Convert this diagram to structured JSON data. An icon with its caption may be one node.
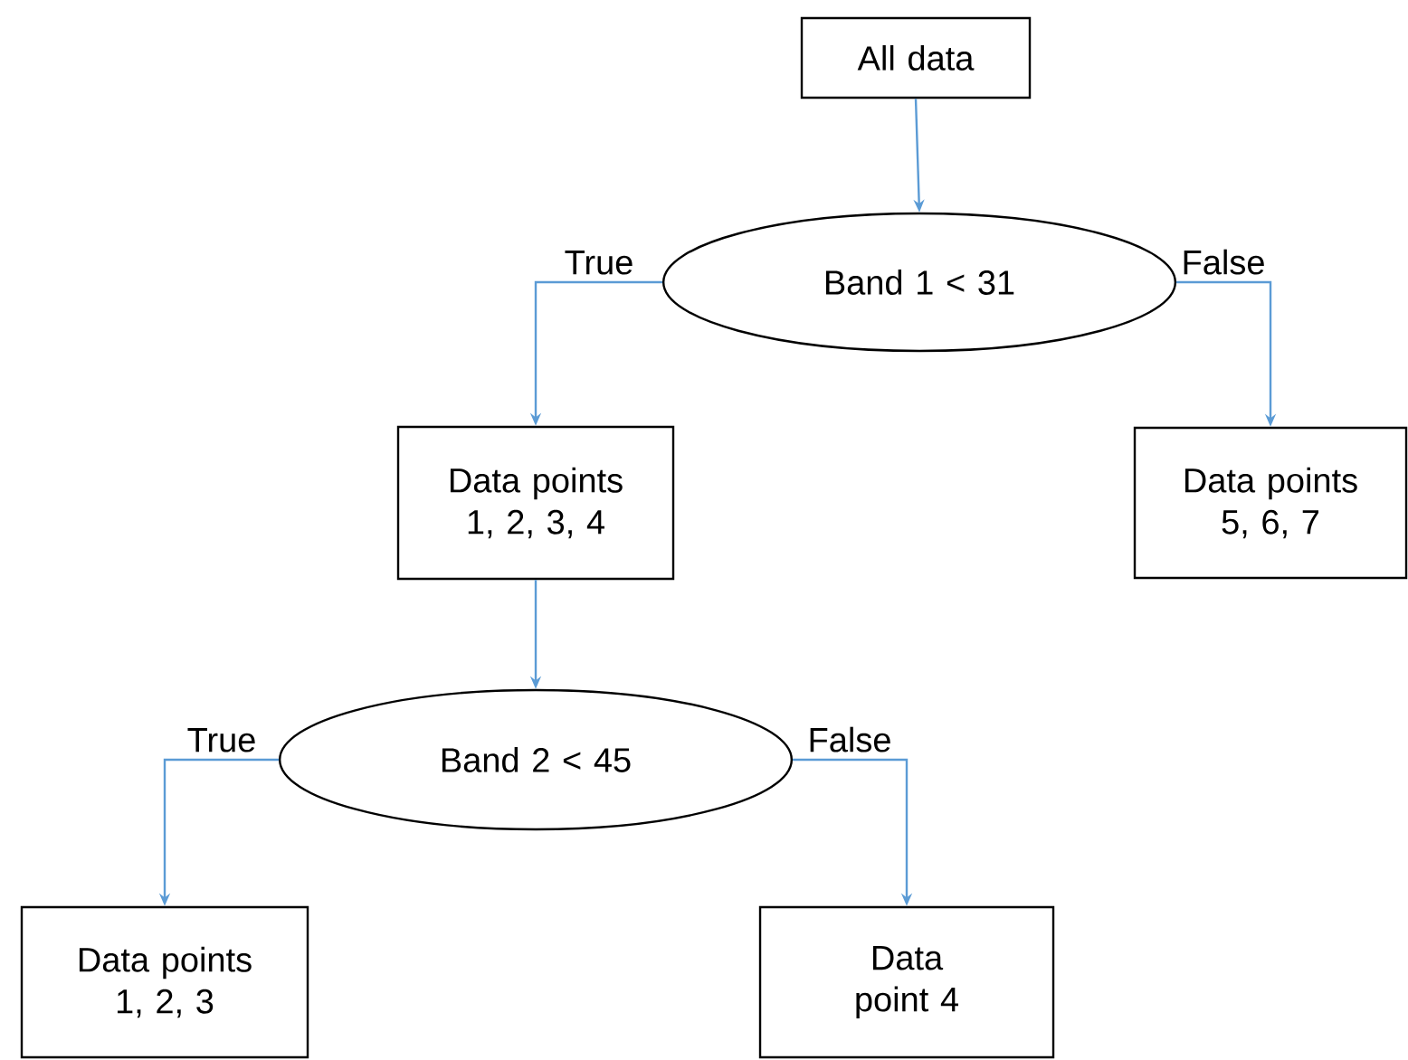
{
  "diagram": {
    "nodes": [
      {
        "text": [
          "All data"
        ]
      },
      {
        "text": [
          "Band 1 < 31"
        ]
      },
      {
        "text": [
          "Data points 1, 2, 3, 4"
        ]
      },
      {
        "text": [
          "Data points 5, 6, 7"
        ]
      },
      {
        "text": [
          "Band 2 < 45"
        ]
      },
      {
        "text": [
          "Data points 1, 2, 3"
        ]
      },
      {
        "text": [
          "Data point 4"
        ]
      }
    ],
    "edges": [
      {
        "from": 0,
        "to": 1,
        "arrow": "to"
      },
      {
        "from": 1,
        "to": 2,
        "arrow": "to",
        "label": "True"
      },
      {
        "from": 1,
        "to": 3,
        "arrow": "to",
        "label": "False"
      },
      {
        "from": 2,
        "to": 4,
        "arrow": "to"
      },
      {
        "from": 4,
        "to": 5,
        "arrow": "to",
        "label": "True"
      },
      {
        "from": 4,
        "to": 6,
        "arrow": "to",
        "label": "False"
      }
    ]
  }
}
